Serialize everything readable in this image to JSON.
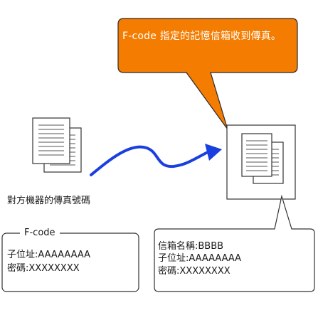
{
  "callout": {
    "text": "F-code 指定的記憶信箱收到傳真。",
    "fill_color": "#f47c00"
  },
  "sender": {
    "label": "對方機器的傳真號碼",
    "icon": "fax-document-stack-icon"
  },
  "receiver": {
    "icon": "received-document-stack-icon"
  },
  "arrow": {
    "icon": "curved-wave-arrow-icon",
    "color": "#1a3fe0"
  },
  "fcode_box": {
    "title": "F-code",
    "sub_address_line": "子位址:AAAAAAAA",
    "password_line": "密碼:XXXXXXXX"
  },
  "mailbox_box": {
    "name_line": "信箱名稱:BBBB",
    "sub_address_line": "子位址:AAAAAAAA",
    "password_line": "密碼:XXXXXXXX"
  }
}
